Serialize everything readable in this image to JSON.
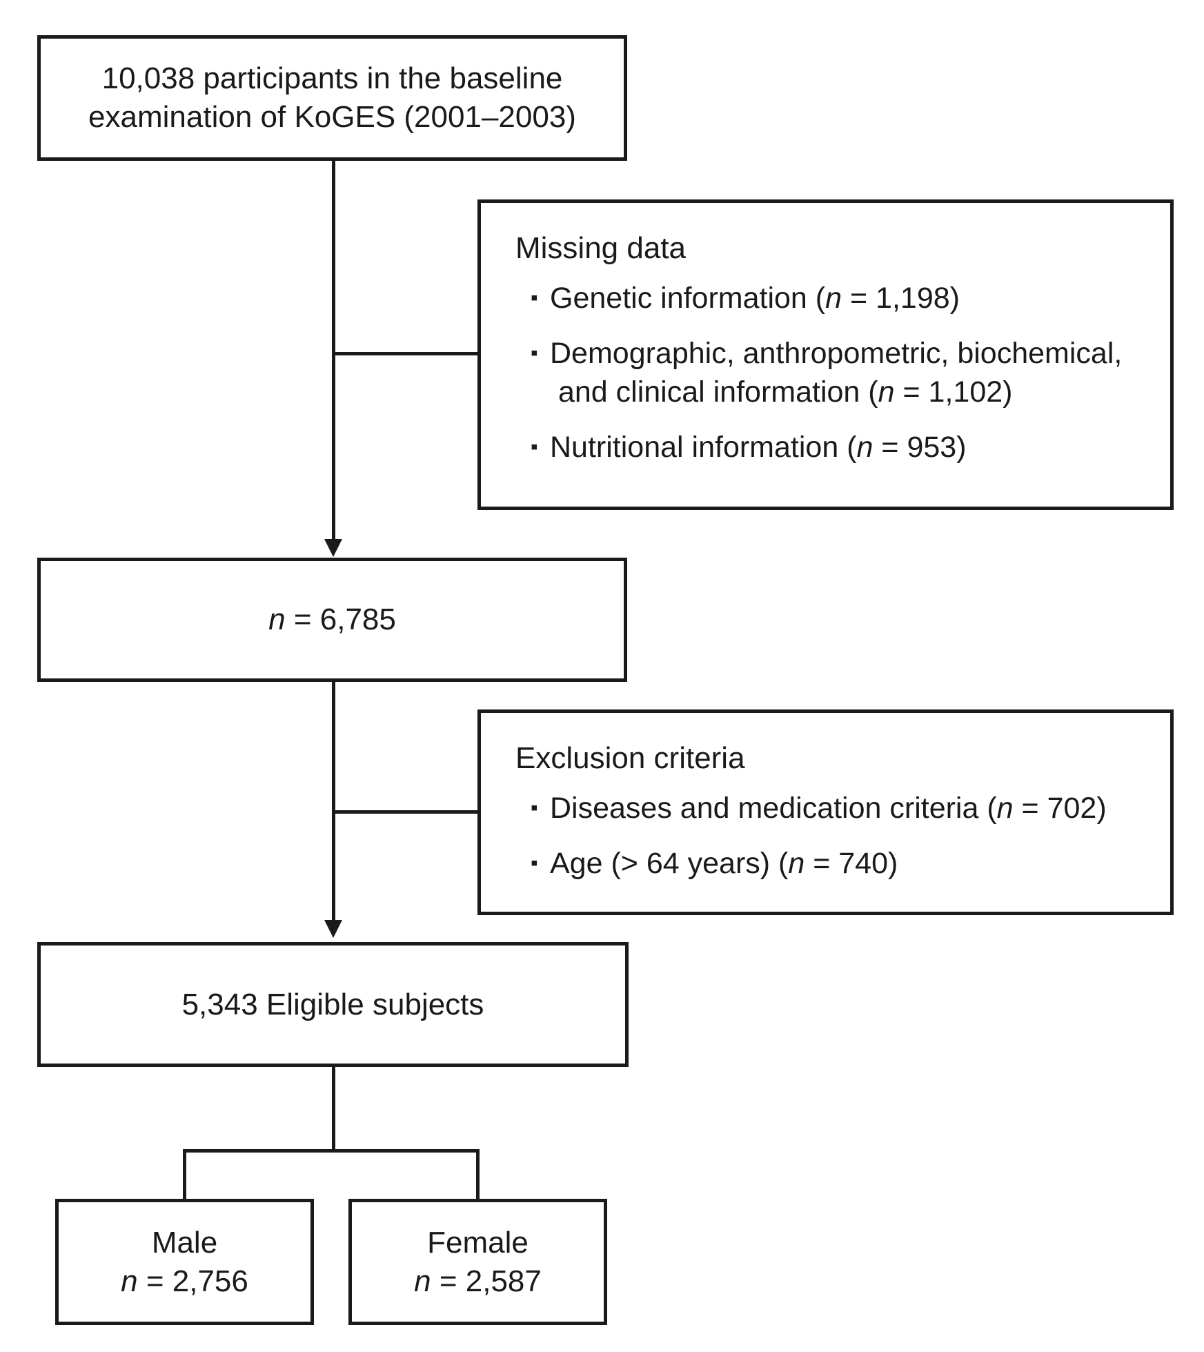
{
  "boxes": {
    "baseline": {
      "line1": "10,038 participants in the baseline",
      "line2": "examination of KoGES (2001–2003)"
    },
    "missing": {
      "title": "Missing data",
      "items": [
        {
          "text": "Genetic information (",
          "n": "n",
          "value": " = 1,198)"
        },
        {
          "text": "Demographic, anthropometric, biochemical,\n and clinical information (",
          "n": "n",
          "value": " = 1,102)"
        },
        {
          "text": "Nutritional information (",
          "n": "n",
          "value": " = 953)"
        }
      ]
    },
    "after_missing": {
      "n": "n",
      "value": " = 6,785"
    },
    "exclusion": {
      "title": "Exclusion criteria",
      "items": [
        {
          "text": "Diseases and medication criteria (",
          "n": "n",
          "value": " = 702)"
        },
        {
          "text": "Age (> 64 years) (",
          "n": "n",
          "value": " = 740)"
        }
      ]
    },
    "eligible": {
      "label": "5,343 Eligible subjects"
    },
    "male": {
      "label": "Male",
      "n": "n",
      "value": " = 2,756"
    },
    "female": {
      "label": "Female",
      "n": "n",
      "value": " = 2,587"
    }
  },
  "bullet_symbol": "▪"
}
